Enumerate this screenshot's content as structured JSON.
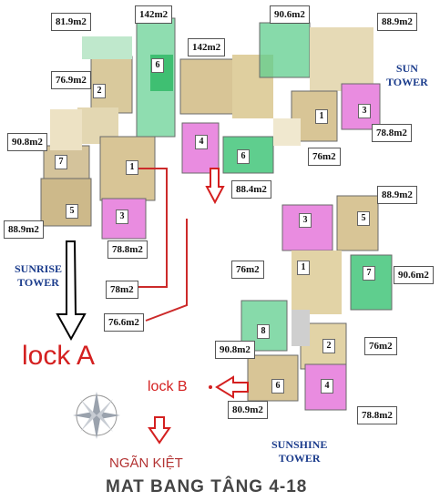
{
  "plan_title": "MAT BANG TÂNG 4-18",
  "road_label": "NGÃN KIỆT",
  "block_a_label": "lock A",
  "block_b_label": "lock B",
  "towers": {
    "sun": [
      "SUN",
      "TOWER"
    ],
    "sunrise": [
      "SUNRISE",
      "TOWER"
    ],
    "sunshine": [
      "SUNSHINE",
      "TOWER"
    ]
  },
  "area_labels": [
    "81.9m2",
    "142m2",
    "90.6m2",
    "88.9m2",
    "76.9m2",
    "142m2",
    "78.8m2",
    "90.8m2",
    "76m2",
    "88.4m2",
    "88.9m2",
    "88.9m2",
    "78.8m2",
    "76m2",
    "90.6m2",
    "78m2",
    "76.6m2",
    "90.8m2",
    "76m2",
    "80.9m2",
    "78.8m2"
  ],
  "unit_numbers": [
    "6",
    "2",
    "1",
    "3",
    "4",
    "6",
    "7",
    "1",
    "5",
    "3",
    "3",
    "5",
    "7",
    "1",
    "2",
    "8",
    "6",
    "4"
  ],
  "colors": {
    "magenta_unit": "#e98ce0",
    "green_unit": "#5fce8e",
    "beige_unit": "#cdb98a",
    "tower_blue": "#1b3c8c",
    "block_red": "#d42020",
    "leader_red": "#cc2a2a"
  }
}
